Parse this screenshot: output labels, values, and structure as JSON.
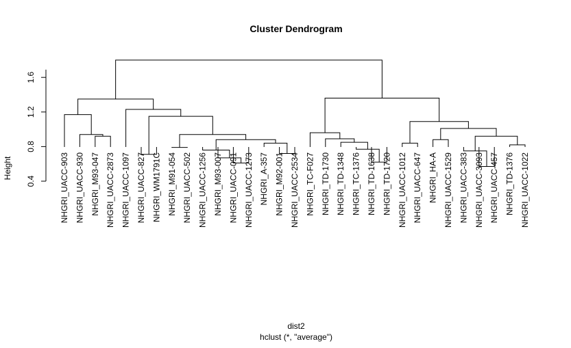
{
  "chart_data": {
    "type": "dendrogram",
    "title": "Cluster Dendrogram",
    "ylabel": "Height",
    "xlabel": "dist2",
    "subtitle": "hclust (*, \"average\")",
    "ylim": [
      0.4,
      1.8
    ],
    "yticks": [
      0.4,
      0.8,
      1.2,
      1.6
    ],
    "yticklabels": [
      "0.4",
      "0.8",
      "1.2",
      "1.6"
    ],
    "leaves": [
      "NHGRI_UACC-903",
      "NHGRI_UACC-930",
      "NHGRI_M93-047",
      "NHGRI_UACC-2873",
      "NHGRI_UACC-1097",
      "NHGRI_UACC-827",
      "NHGRI_WM1791C",
      "NHGRI_M91-054",
      "NHGRI_UACC-502",
      "NHGRI_UACC-1256",
      "NHGRI_M93-007",
      "NHGRI_UACC-091",
      "NHGRI_UACC-1273",
      "NHGRI_A-357",
      "NHGRI_M92-001",
      "NHGRI_UACC-2534",
      "NHGRI_TC-F027",
      "NHGRI_TD-1730",
      "NHGRI_TD-1348",
      "NHGRI_TC-1376",
      "NHGRI_TD-1638",
      "NHGRI_TD-1720",
      "NHGRI_UACC-1012",
      "NHGRI_UACC-647",
      "NHGRI_HA-A",
      "NHGRI_UACC-1529",
      "NHGRI_UACC-383",
      "NHGRI_UACC-3093",
      "NHGRI_UACC-457",
      "NHGRI_TD-1376",
      "NHGRI_UACC-1022"
    ],
    "merges": [
      {
        "left": 3,
        "right": 4,
        "height": 0.92
      },
      {
        "left": 2,
        "right": 101,
        "height": 0.94
      },
      {
        "left": 1,
        "right": 102,
        "height": 1.17
      },
      {
        "left": 6,
        "right": 7,
        "height": 0.71
      },
      {
        "left": 8,
        "right": 9,
        "height": 0.79
      },
      {
        "left": 12,
        "right": 13,
        "height": 0.61
      },
      {
        "left": 11,
        "right": 106,
        "height": 0.67
      },
      {
        "left": 10,
        "right": 107,
        "height": 0.76
      },
      {
        "left": 15,
        "right": 16,
        "height": 0.72
      },
      {
        "left": 14,
        "right": 109,
        "height": 0.84
      },
      {
        "left": 108,
        "right": 110,
        "height": 0.88
      },
      {
        "left": 105,
        "right": 111,
        "height": 0.94
      },
      {
        "left": 104,
        "right": 112,
        "height": 1.15
      },
      {
        "left": 5,
        "right": 113,
        "height": 1.23
      },
      {
        "left": 103,
        "right": 114,
        "height": 1.35
      },
      {
        "left": 21,
        "right": 22,
        "height": 0.62
      },
      {
        "left": 20,
        "right": 116,
        "height": 0.77
      },
      {
        "left": 19,
        "right": 117,
        "height": 0.85
      },
      {
        "left": 18,
        "right": 118,
        "height": 0.89
      },
      {
        "left": 17,
        "right": 119,
        "height": 0.96
      },
      {
        "left": 23,
        "right": 24,
        "height": 0.84
      },
      {
        "left": 25,
        "right": 26,
        "height": 0.88
      },
      {
        "left": 28,
        "right": 29,
        "height": 0.57
      },
      {
        "left": 30,
        "right": 31,
        "height": 0.82
      },
      {
        "left": 27,
        "right": 123,
        "height": 0.75
      },
      {
        "left": 125,
        "right": 124,
        "height": 0.92
      },
      {
        "left": 122,
        "right": 126,
        "height": 1.01
      },
      {
        "left": 121,
        "right": 127,
        "height": 1.09
      },
      {
        "left": 120,
        "right": 128,
        "height": 1.36
      },
      {
        "left": 115,
        "right": 129,
        "height": 1.8
      }
    ]
  }
}
